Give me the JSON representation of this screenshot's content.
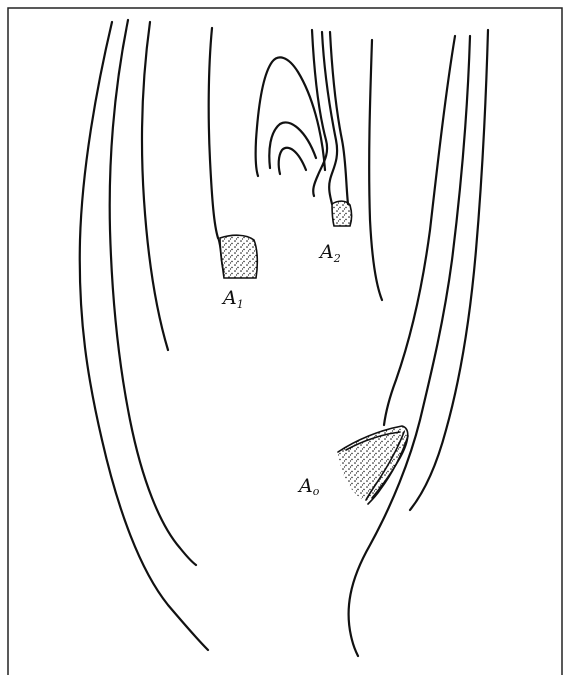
{
  "labels": {
    "a1": {
      "main": "A",
      "sub": "1"
    },
    "a2": {
      "main": "A",
      "sub": "2"
    },
    "a0": {
      "main": "A",
      "sub": "o"
    }
  },
  "colors": {
    "ink": "#111111",
    "paper": "#ffffff"
  }
}
